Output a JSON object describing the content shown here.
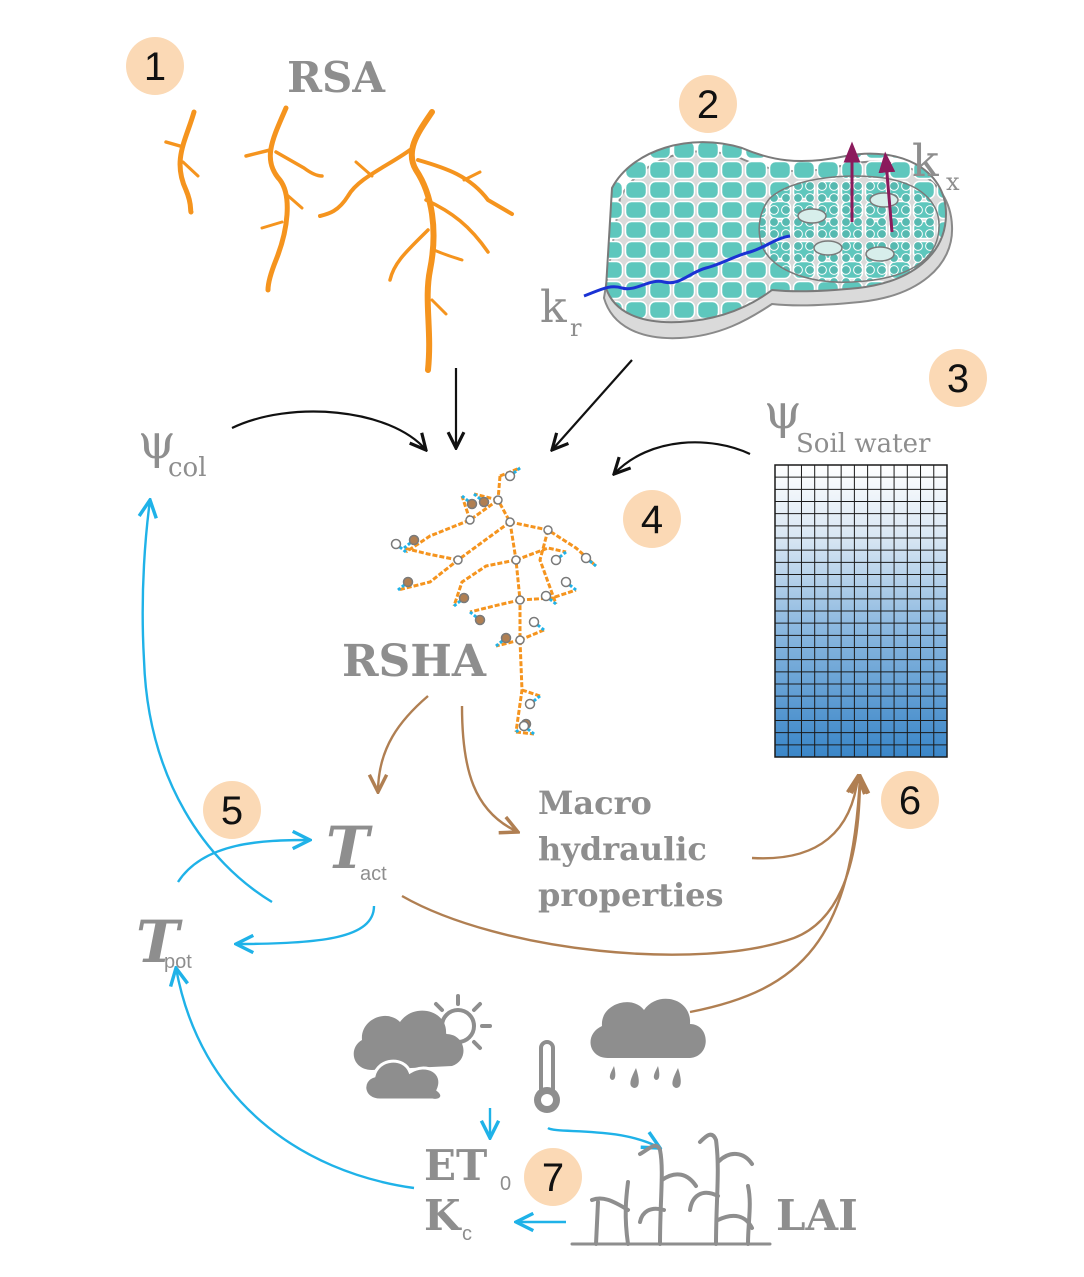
{
  "steps": [
    "1",
    "2",
    "3",
    "4",
    "5",
    "6",
    "7"
  ],
  "labels": {
    "rsa": "RSA",
    "rsha": "RSHA",
    "kx": "k",
    "kx_sub": "x",
    "kr": "k",
    "kr_sub": "r",
    "psi": "ψ",
    "psi_col_sub": "col",
    "psi_soil_sub": "Soil water",
    "t": "T",
    "t_act_sub": "act",
    "t_pot_sub": "pot",
    "macro_1": "Macro",
    "macro_2": "hydraulic",
    "macro_3": "properties",
    "et": "ET",
    "et_sub": "0",
    "kc": "K",
    "kc_sub": "c",
    "lai": "LAI"
  },
  "colors": {
    "root": "#f5941e",
    "badge": "#fbd9b5",
    "text_grey": "#8e8e8e",
    "arrow_black": "#111111",
    "arrow_blue": "#1fb2e8",
    "arrow_brown": "#b07f52",
    "cell_teal": "#5ec7bd",
    "xylem_arrow": "#8b1a5c",
    "water_blue": "#3f8ccc"
  },
  "icons": [
    "cloud-sun-icon",
    "thermometer-icon",
    "rain-cloud-icon",
    "crop-plant-icon"
  ]
}
